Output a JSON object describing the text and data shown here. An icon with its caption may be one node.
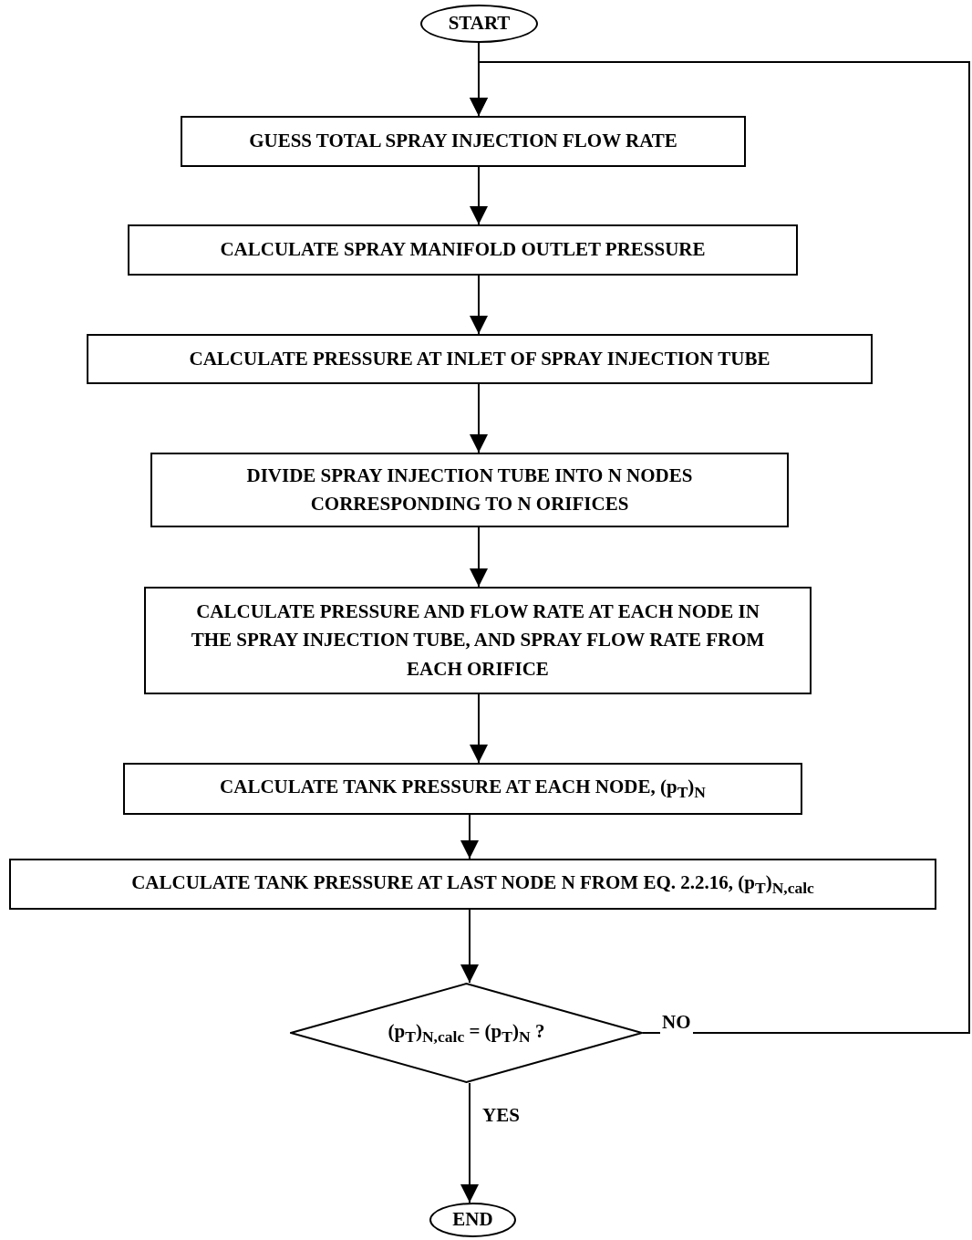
{
  "diagram": {
    "nodes": [
      {
        "text": [
          "START"
        ]
      },
      {
        "text": [
          "GUESS TOTAL SPRAY INJECTION FLOW RATE"
        ]
      },
      {
        "text": [
          "CALCULATE SPRAY MANIFOLD OUTLET PRESSURE"
        ]
      },
      {
        "text": [
          "CALCULATE PRESSURE AT INLET OF SPRAY INJECTION TUBE"
        ]
      },
      {
        "text": [
          "DIVIDE SPRAY INJECTION TUBE INTO N NODES CORRESPONDING TO N ORIFICES"
        ]
      },
      {
        "text": [
          "CALCULATE PRESSURE AND FLOW RATE AT EACH NODE IN THE SPRAY INJECTION TUBE, AND SPRAY FLOW RATE FROM EACH ORIFICE"
        ]
      },
      {
        "text": [
          "CALCULATE TANK PRESSURE AT EACH NODE, (p$_{T}$)$_{N}$"
        ]
      },
      {
        "text": [
          "CALCULATE TANK PRESSURE AT LAST NODE N FROM EQ. 2.2.16, (p$_{T}$)$_{N,calc}$"
        ]
      },
      {
        "text": [
          "(p$_{T}$)$_{N,calc}$ = (p$_{T}$)$_{N}$ ?"
        ]
      },
      {
        "text": [
          "END"
        ]
      }
    ],
    "edges": [
      {
        "from": 0,
        "to": 1,
        "arrow": "to"
      },
      {
        "from": 1,
        "to": 2,
        "arrow": "to"
      },
      {
        "from": 2,
        "to": 3,
        "arrow": "to"
      },
      {
        "from": 3,
        "to": 4,
        "arrow": "to"
      },
      {
        "from": 4,
        "to": 5,
        "arrow": "to"
      },
      {
        "from": 5,
        "to": 6,
        "arrow": "to"
      },
      {
        "from": 6,
        "to": 7,
        "arrow": "to"
      },
      {
        "from": 7,
        "to": 8,
        "arrow": "to"
      },
      {
        "from": 8,
        "to": 9,
        "label": "YES",
        "arrow": "to"
      },
      {
        "from": 8,
        "to": 1,
        "label": "NO",
        "arrow": "to"
      }
    ]
  }
}
